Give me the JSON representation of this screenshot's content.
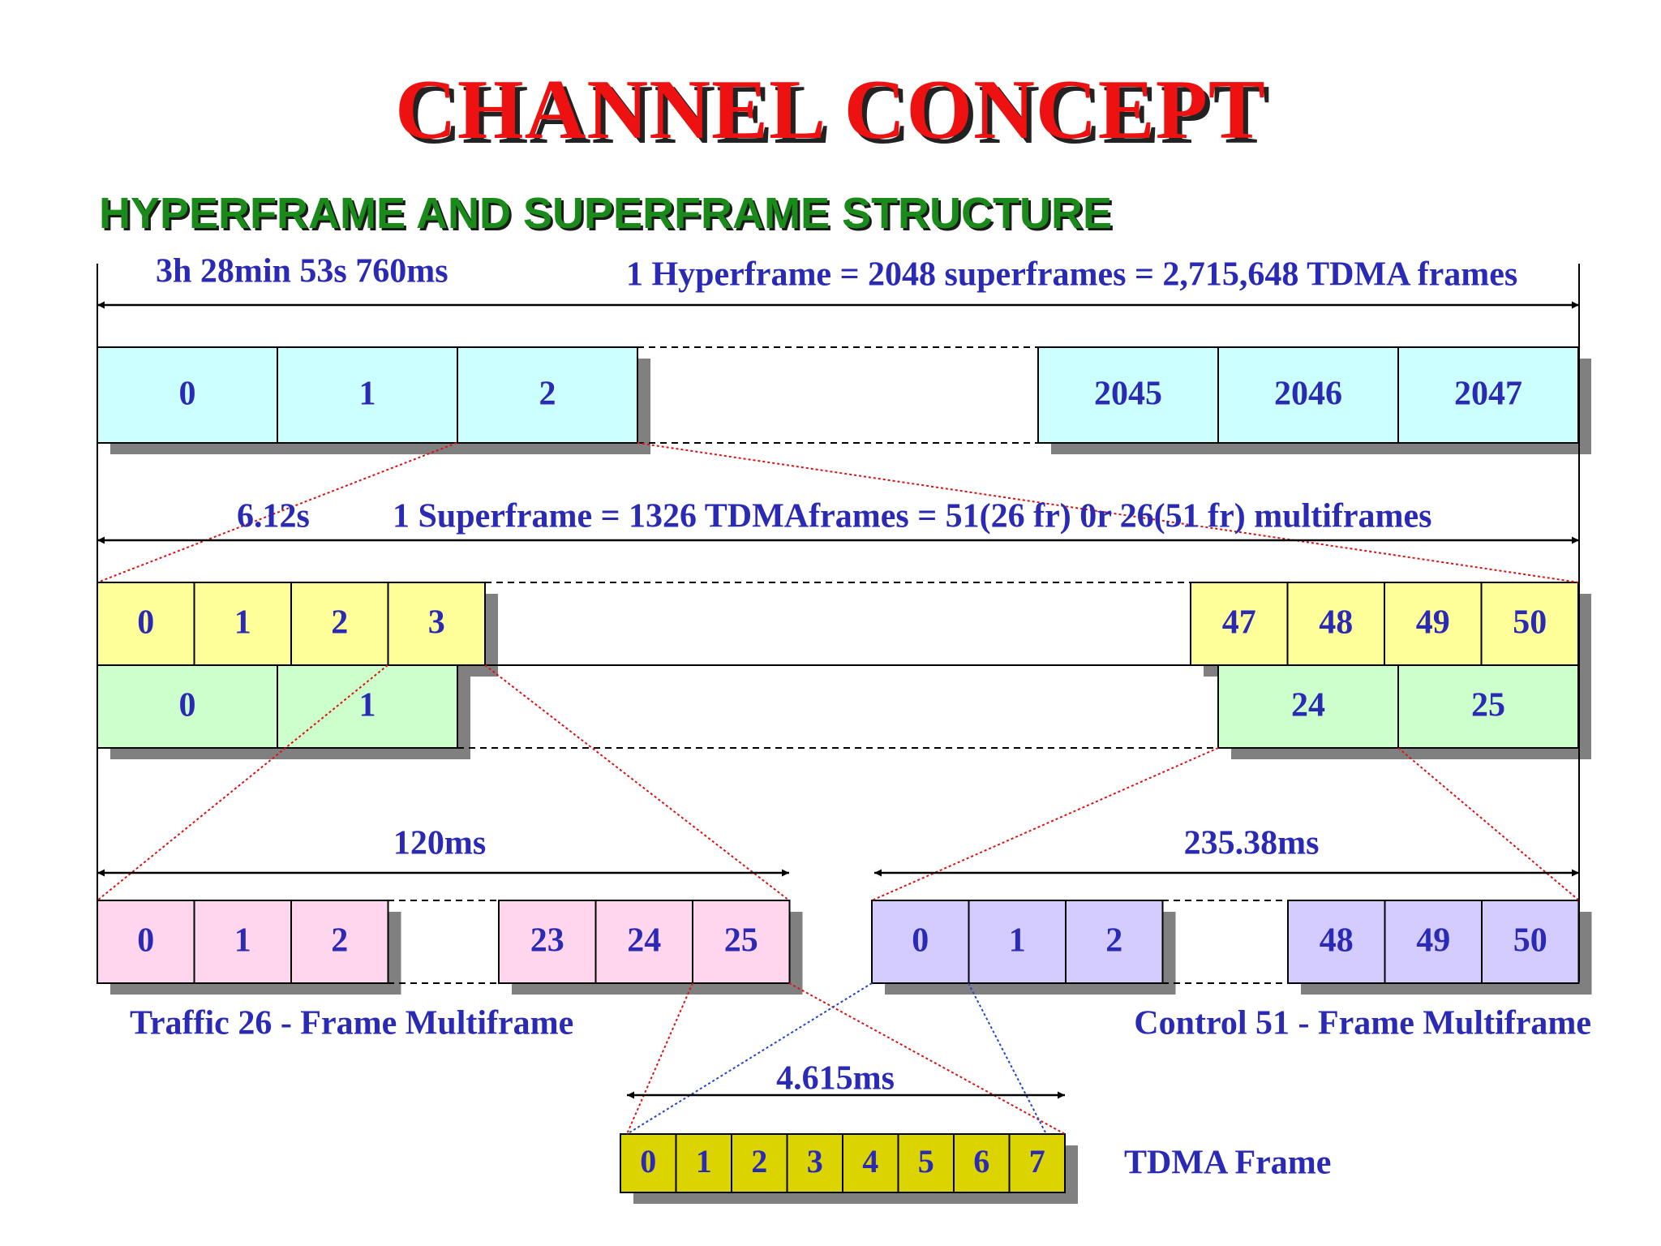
{
  "title": "CHANNEL CONCEPT",
  "subtitle": "HYPERFRAME AND SUPERFRAME STRUCTURE",
  "colors": {
    "title": "#ee1111",
    "subtitle": "#1a8a1a",
    "text": "#2a2ab5",
    "hyperframe": "#ccffff",
    "multiframe51": "#ffff99",
    "multiframe26": "#ccffcc",
    "traffic": "#ffd6ee",
    "control": "#d4ccff",
    "tdma": "#dcd400",
    "connector_red": "#dd1111",
    "connector_blue": "#2244cc"
  },
  "hyperframe": {
    "duration": "3h 28min 53s 760ms",
    "definition": "1 Hyperframe = 2048 superframes = 2,715,648 TDMA frames",
    "left_cells": [
      "0",
      "1",
      "2"
    ],
    "right_cells": [
      "2045",
      "2046",
      "2047"
    ]
  },
  "superframe": {
    "duration": "6.12s",
    "definition": "1 Superframe = 1326 TDMAframes = 51(26 fr) 0r 26(51 fr) multiframes",
    "row51_left": [
      "0",
      "1",
      "2",
      "3"
    ],
    "row51_right": [
      "47",
      "48",
      "49",
      "50"
    ],
    "row26_left": [
      "0",
      "1"
    ],
    "row26_right": [
      "24",
      "25"
    ]
  },
  "traffic": {
    "duration": "120ms",
    "left_cells": [
      "0",
      "1",
      "2"
    ],
    "right_cells": [
      "23",
      "24",
      "25"
    ],
    "caption": "Traffic 26 - Frame Multiframe"
  },
  "control": {
    "duration": "235.38ms",
    "left_cells": [
      "0",
      "1",
      "2"
    ],
    "right_cells": [
      "48",
      "49",
      "50"
    ],
    "caption": "Control 51 - Frame Multiframe"
  },
  "tdma": {
    "duration": "4.615ms",
    "cells": [
      "0",
      "1",
      "2",
      "3",
      "4",
      "5",
      "6",
      "7"
    ],
    "caption": "TDMA Frame"
  }
}
